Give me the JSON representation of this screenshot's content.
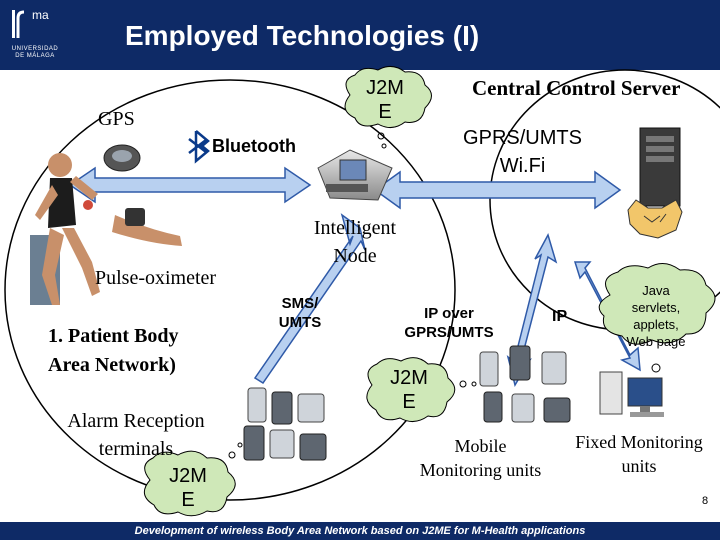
{
  "header": {
    "logo_mark": "ma",
    "logo_lines": [
      "UNIVERSIDAD",
      "DE MÁLAGA"
    ],
    "title": "Employed Technologies (I)"
  },
  "labels": {
    "gps": "GPS",
    "bluetooth": "Bluetooth",
    "pulse_oximeter": "Pulse-oximeter",
    "pban_line1": "1. Patient Body",
    "pban_line2": "Area Network)",
    "alarm_line1": "Alarm Reception",
    "alarm_line2": "terminals",
    "central_server": "Central Control Server",
    "gprs_umts_wifi_line1": "GPRS/UMTS",
    "gprs_umts_wifi_line2": "Wi.Fi",
    "intelligent_line1": "Intelligent",
    "intelligent_line2": "Node",
    "sms_line1": "SMS/",
    "sms_line2": "UMTS",
    "ip_over_line1": "IP over",
    "ip_over_line2": "GPRS/UMTS",
    "ip": "IP",
    "mobile_line1": "Mobile",
    "mobile_line2": "Monitoring units",
    "fixed_line1": "Fixed Monitoring",
    "fixed_line2": "units"
  },
  "clouds": {
    "top_line1": "J2M",
    "top_line2": "E",
    "middle_line1": "J2M",
    "middle_line2": "E",
    "bottom_line1": "J2M",
    "bottom_line2": "E",
    "java_line1": "Java",
    "java_line2": "servlets,",
    "java_line3": "applets,",
    "java_line4": "Web page"
  },
  "footer": "Development of wireless Body Area Network based on J2ME for M-Health applications",
  "page_number": "8",
  "colors": {
    "header_bg": "#0e2a66",
    "cloud_fill": "#cfe8b8",
    "arrow_fill": "#b8d0f0",
    "arrow_stroke": "#2f5aa8"
  }
}
